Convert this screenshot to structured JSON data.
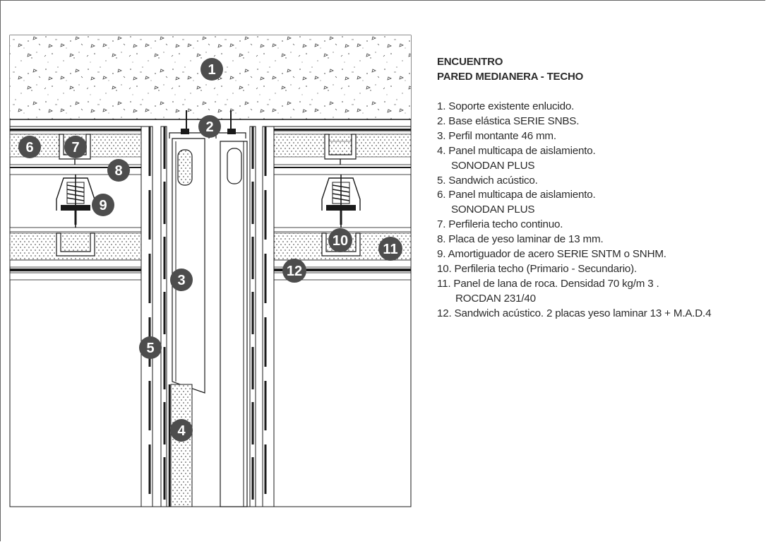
{
  "title": {
    "line1": "ENCUENTRO",
    "line2": "PARED MEDIANERA - TECHO"
  },
  "legend": [
    {
      "text": "1. Soporte existente enlucido."
    },
    {
      "text": "2. Base elástica SERIE SNBS."
    },
    {
      "text": "3. Perfil montante 46 mm."
    },
    {
      "text": "4. Panel multicapa de aislamiento.",
      "cont": "SONODAN PLUS"
    },
    {
      "text": "5. Sandwich acústico."
    },
    {
      "text": "6. Panel multicapa de aislamiento.",
      "cont": "SONODAN PLUS"
    },
    {
      "text": "7. Perfileria techo continuo."
    },
    {
      "text": "8. Placa de yeso laminar de 13 mm."
    },
    {
      "text": "9. Amortiguador de acero SERIE SNTM o SNHM."
    },
    {
      "text": "10. Perfileria techo (Primario - Secundario)."
    },
    {
      "text": "11. Panel de lana de roca. Densidad 70 kg/m 3 .",
      "cont2": "ROCDAN 231/40"
    },
    {
      "text": "12. Sandwich acústico. 2 placas yeso laminar 13 + M.A.D.4"
    }
  ],
  "callouts": {
    "c1": "1",
    "c2": "2",
    "c3": "3",
    "c4": "4",
    "c5": "5",
    "c6": "6",
    "c7": "7",
    "c8": "8",
    "c9": "9",
    "c10": "10",
    "c11": "11",
    "c12": "12"
  },
  "colors": {
    "ink": "#1a1a1a",
    "callout_fill": "#4d4d4d",
    "text": "#2b2b2b"
  }
}
